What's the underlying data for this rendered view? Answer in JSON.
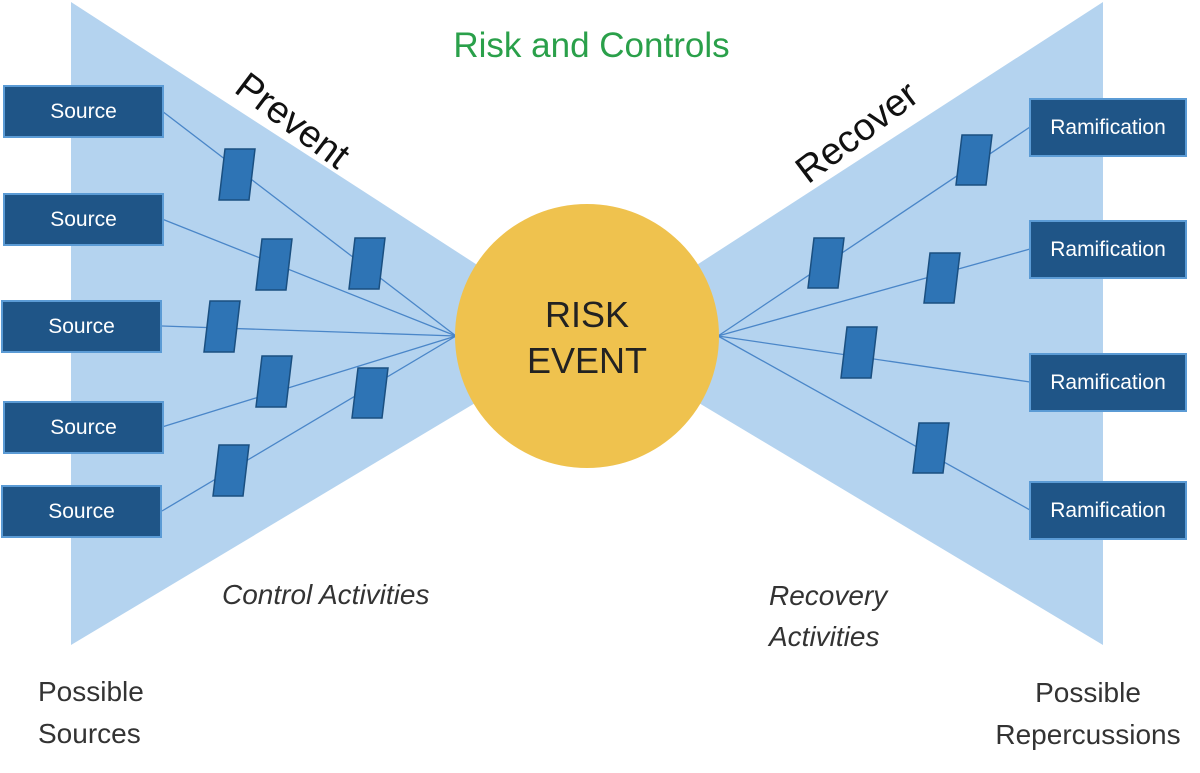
{
  "title": "Risk and Controls",
  "event": {
    "line1": "RISK",
    "line2": "EVENT"
  },
  "prevent_label": "Prevent",
  "recover_label": "Recover",
  "sources": [
    "Source",
    "Source",
    "Source",
    "Source",
    "Source"
  ],
  "ramifications": [
    "Ramification",
    "Ramification",
    "Ramification",
    "Ramification"
  ],
  "control_activities": "Control Activities",
  "recovery_activities": {
    "line1": "Recovery",
    "line2": "Activities"
  },
  "possible_sources": {
    "line1": "Possible",
    "line2": "Sources"
  },
  "possible_repercussions": {
    "line1": "Possible",
    "line2": "Repercussions"
  },
  "colors": {
    "wedge": "#b4d3ef",
    "box_fill": "#1f5587",
    "control_fill": "#2e74b5",
    "event_fill": "#efc24e",
    "title": "#2aa04a",
    "line": "#4a86c8"
  }
}
